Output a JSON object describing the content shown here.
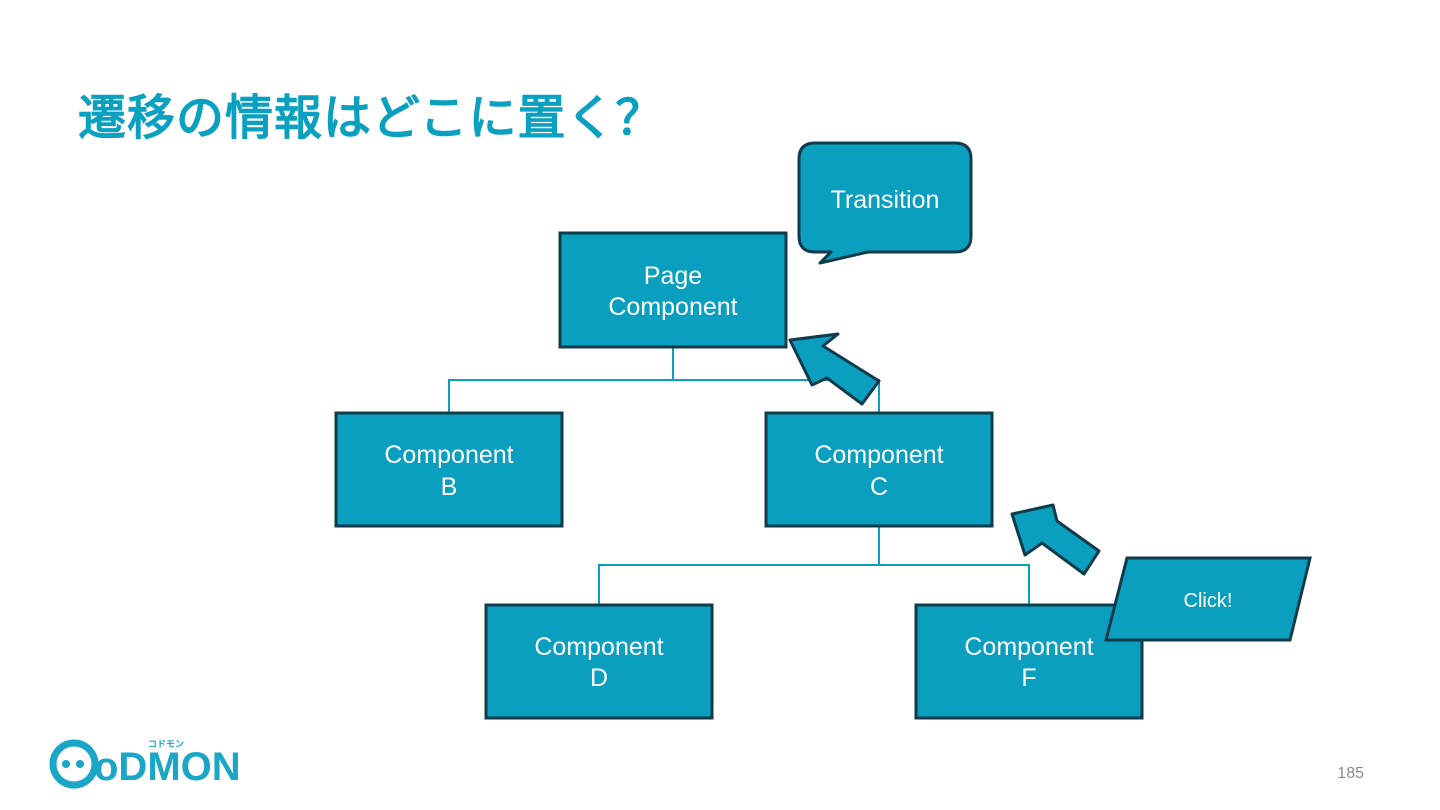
{
  "title": "遷移の情報はどこに置く？",
  "nodes": {
    "page": [
      "Page",
      "Component"
    ],
    "b": [
      "Component",
      "B"
    ],
    "c": [
      "Component",
      "C"
    ],
    "d": [
      "Component",
      "D"
    ],
    "f": [
      "Component",
      "F"
    ]
  },
  "callouts": {
    "transition": "Transition",
    "click": "Click!"
  },
  "logo": {
    "text": "CODMON",
    "subtext": "コドモン"
  },
  "page_number": "185",
  "colors": {
    "title": "#0aa0c0",
    "node_fill": "#0a9fbf",
    "node_border": "#103b4a",
    "connector": "#0a9fbf",
    "logo": "#1aa6c6"
  }
}
